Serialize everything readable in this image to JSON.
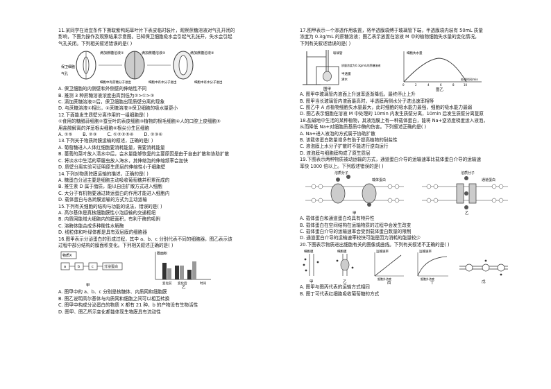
{
  "left": {
    "q11": {
      "stem": [
        "11.某同学在适宜条件下撕取紫鸭跖草叶片下表皮临时装片，观察蔗糖溶液对气孔开闭的",
        "影响，下图为操作及观察结果示意图。已知保卫细胞吸水会引起气孔张开，失水会引起",
        "气孔关闭。下列相关叙述错误的是(  )"
      ],
      "fig": {
        "labels": [
          "滴加蔗糖溶液①",
          "滴加蔗糖溶液②",
          "滴加蔗糖溶液③",
          "保卫细胞",
          "气孔"
        ],
        "notes": [
          "细胞中有蔗糖分子进出",
          "细胞中有水分子进出",
          "细胞中有水分子进出"
        ]
      },
      "options": [
        "A. 保卫细胞的内侧壁和外侧壁的伸缩性不同",
        "B. 推测 3 种蔗糖溶液浓度由高到低为②>①>③",
        "C. 滴加蔗糖溶液②后，保卫细胞出现质壁分离的现象",
        "D. 与蔗糖溶液①相比，②蔗糖溶液③保卫细胞的吸水量更小"
      ]
    },
    "q12": {
      "stem": [
        "12.下面能发生质壁分离作用的一组细胞是(  )",
        "①食用的糖醋蒜细胞②蚕豆叶的表皮细胞③植物的根毛细胞④人的口腔上皮细胞⑤",
        "用盐酸解离的洋葱根尖细胞⑥根尖分生区细胞"
      ],
      "options": [
        "A. ①⑤",
        "B. ②③",
        "C. ①②③⑤⑥",
        "D. ②③⑥"
      ]
    },
    "q13": {
      "stem": [
        "13.下列关于物质跨膜运输的叙述，正确的是(  )"
      ],
      "options": [
        "A. 葡萄糖进入人体红细胞要消耗能量，需要消耗能量",
        "B. 萎蔫的菜叶放入清水中后，会水量能够恢复的主要原因是由于自由扩散和协助扩散",
        "C. 将淡水中生活的草履虫放入海水，其伸缩泡的伸缩频率会加快",
        "D. 质壁分离实验可证明原生质层的伸缩性小于细胞壁"
      ]
    },
    "q14": {
      "stem": [
        "14.下列对物质跨膜运输的描述，正确的是(  )"
      ],
      "options": [
        "A. 糖蛋白分泌主要是细胞主动吸收葡萄糖并积累而成的",
        "B. 推生素 D 属于脂质，能以自由扩散方式进入细胞",
        "C. 大分子有机物要通过转运蛋白的作用才能进入细胞内",
        "D. 载体蛋白与各跨膜运输的方式为主动运输"
      ]
    },
    "q15": {
      "stem": [
        "15.下列有关细胞的结构与功能的说法，错误的是(  )"
      ],
      "options": [
        "A. 高尔基体是真核细胞膜性小泡运输的交通枢纽",
        "B. 内质网能增大细胞内的膜面积，有利于酶的吸附",
        "C. 溶酶体能合成多种酸性水解酶",
        "D. 线粒体和叶绿体都是具有双层膜的细胞器"
      ]
    },
    "q16": {
      "stem": [
        "16.图甲表示分泌蛋白的形成过程，其中 a、b、c 分别代表不同的细胞器，图乙表示该",
        "过程中部分结构的膜面积变化。下列相关叙述正确的是(  )"
      ],
      "fig": {
        "labels": [
          "物质X",
          "a",
          "b",
          "c",
          "分泌蛋白",
          "膜面积",
          "变化前",
          "变化后",
          "时间",
          "甲",
          "乙"
        ]
      },
      "options": [
        "A. 图甲中的 a、b、c 分别是核糖体、内质网和细胞膜",
        "B. 图乙说明高尔基体与内质网和细胞之间可以相互转换",
        "C. 图甲中构成分泌蛋白的物质 X 都有 21 种，b 的产物没有生物活性",
        "D. 图甲、图乙所示变化都能体现生物膜具有流动性"
      ]
    }
  },
  "right": {
    "q17": {
      "stem": [
        "17.图甲表示一个渗透作用装置，将半透膜袋缚于玻璃管下端，半透膜袋内装有 50mL 质量",
        "浓度为 0.3g/mL 的蔗糖溶液；图乙表示放置在溶液 M 中的植物细胞失水量的变化情况。",
        "下列有关叙述错误的是(  )"
      ],
      "fig": {
        "labels": [
          "玻璃管",
          "质量浓度为0.3g/mL的蔗糖溶液",
          "半透膜",
          "清水",
          "细胞失水量",
          "处理时间/min",
          "图甲",
          "图乙"
        ],
        "ticks": [
          "0",
          "2",
          "4",
          "6",
          "8",
          "10"
        ]
      },
      "options": [
        "A. 图甲中玻璃管内液面上升速率逐渐降低，最终停止上升",
        "B. 图甲当长玻璃管内液面最高时，半透膜两侧水分子进出速率相等",
        "C. 图乙中 A 点植物细胞失水量最大，此时细胞的吸水能力最强，细胞的吸水能力最弱",
        "D. 图乙表示细胞在溶液 M 中处理的 10min 内发生质壁分离，10min 后发生质壁分离复原"
      ]
    },
    "q18": {
      "stem": [
        "18.盐碱地中生活的某种植物，其液泡膜上有一种载体蛋白，能将 Na+逆浓度梯度运入液泡，",
        "从而降低 Na+对细胞质基质中酶的伤害。下列叙述正确的是(  )"
      ],
      "options": [
        "A. Na+进入液泡的方式属于协助扩散",
        "B. 该载体蛋白数量增多有助于提高植物的耐盐性",
        "C. 液泡膜上水分子扩散时不能进行逆向运行",
        "D. 液泡膜与细胞膜构成了原生质层"
      ]
    },
    "q19": {
      "stem": [
        "19.下图表示两种物质被动运输的方式，通道蛋白介导的运输速率比载体蛋白介导的运输速",
        "率快 1000 倍以上。下列叙述错误的是(  )"
      ],
      "fig": {
        "labels": [
          "溶质分子",
          "溶质分子",
          "载体蛋白",
          "通道蛋白",
          "甲",
          "乙"
        ]
      },
      "options": [
        "A. 载体蛋白和通道蛋白均具有特异性",
        "B. 载体蛋白在空间结构在运输物质的过程中会发生改变",
        "C. 载体蛋白介导的运输速率会受到载体蛋白数量的限制",
        "D. 通道蛋白介导的运输速率较快可能是因为消耗的能量较少"
      ]
    },
    "q20": {
      "stem": [
        "20.下图表示物质进出细胞有关的图像或曲线。下列有关叙述不正确的是(  )"
      ],
      "fig": {
        "labels": [
          "细胞膜",
          "细胞膜",
          "运输速率",
          "运输速率",
          "细胞外浓度",
          "细胞外浓度",
          "甲",
          "乙",
          "丙",
          "丁",
          "戊"
        ]
      },
      "options": [
        "A. 图甲与图丙代表的运输方式相同",
        "B. 图丁可代表红细胞吸收葡萄糖的方式"
      ]
    }
  }
}
